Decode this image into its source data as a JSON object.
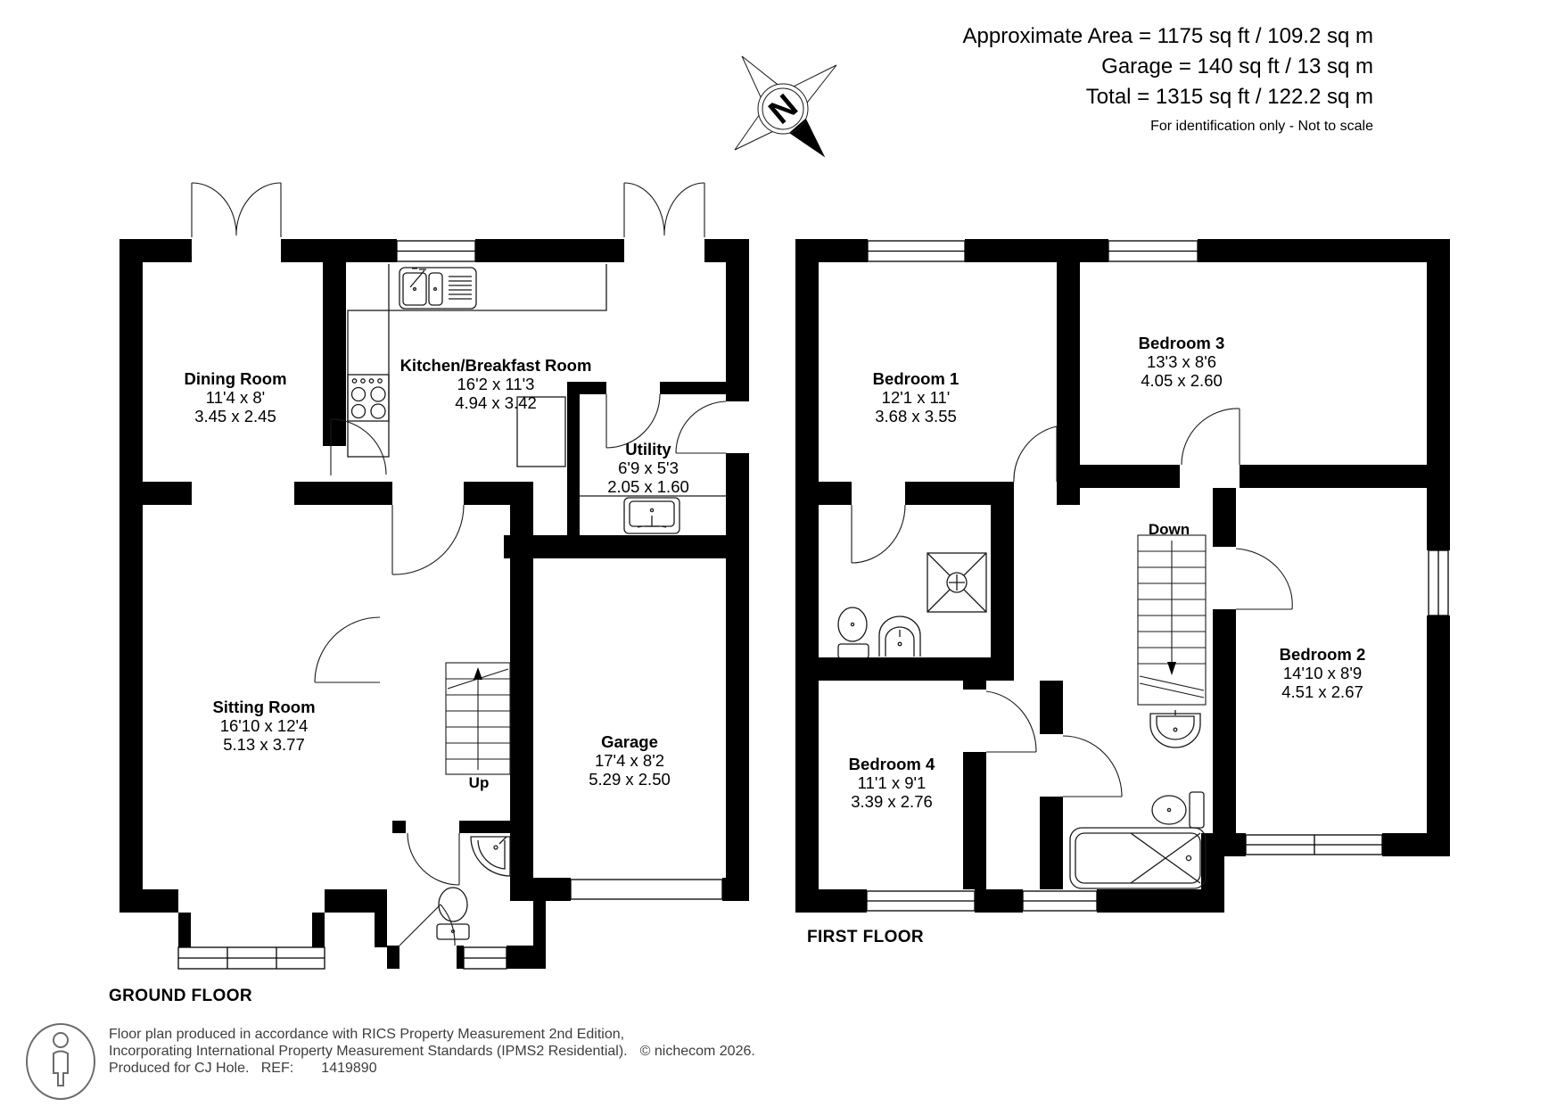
{
  "header": {
    "line1": "Approximate Area = 1175 sq ft / 109.2 sq m",
    "line2": "Garage = 140 sq ft / 13 sq m",
    "line3": "Total = 1315 sq ft / 122.2 sq m",
    "note": "For identification only - Not to scale"
  },
  "compass": {
    "label": "N"
  },
  "ground_floor": {
    "title": "GROUND FLOOR",
    "stairs_label": "Up",
    "rooms": [
      {
        "name": "Dining Room",
        "imperial": "11'4 x 8'",
        "metric": "3.45 x 2.45"
      },
      {
        "name": "Kitchen/Breakfast Room",
        "imperial": "16'2 x 11'3",
        "metric": "4.94 x 3.42"
      },
      {
        "name": "Utility",
        "imperial": "6'9 x 5'3",
        "metric": "2.05 x 1.60"
      },
      {
        "name": "Sitting Room",
        "imperial": "16'10 x 12'4",
        "metric": "5.13 x 3.77"
      },
      {
        "name": "Garage",
        "imperial": "17'4 x 8'2",
        "metric": "5.29 x 2.50"
      }
    ]
  },
  "first_floor": {
    "title": "FIRST FLOOR",
    "stairs_label": "Down",
    "rooms": [
      {
        "name": "Bedroom 1",
        "imperial": "12'1 x 11'",
        "metric": "3.68 x 3.55"
      },
      {
        "name": "Bedroom 3",
        "imperial": "13'3 x 8'6",
        "metric": "4.05 x 2.60"
      },
      {
        "name": "Bedroom 2",
        "imperial": "14'10 x 8'9",
        "metric": "4.51 x 2.67"
      },
      {
        "name": "Bedroom 4",
        "imperial": "11'1 x 9'1",
        "metric": "3.39 x 2.76"
      }
    ]
  },
  "footer": {
    "line1": "Floor plan produced in accordance with RICS Property Measurement 2nd Edition,",
    "line2": "Incorporating International Property Measurement Standards (IPMS2 Residential).",
    "copyright": "© nichecom 2026.",
    "line3": "Produced for CJ Hole.   REF:       1419890"
  },
  "icons": [
    "compass-icon",
    "sink-icon",
    "cooker-icon",
    "toilet-icon",
    "basin-icon",
    "shower-icon",
    "bath-icon",
    "person-icon"
  ],
  "colors": {
    "wall": "#000000",
    "line": "#1a1a1a",
    "footer_text": "#3d3d3d"
  }
}
